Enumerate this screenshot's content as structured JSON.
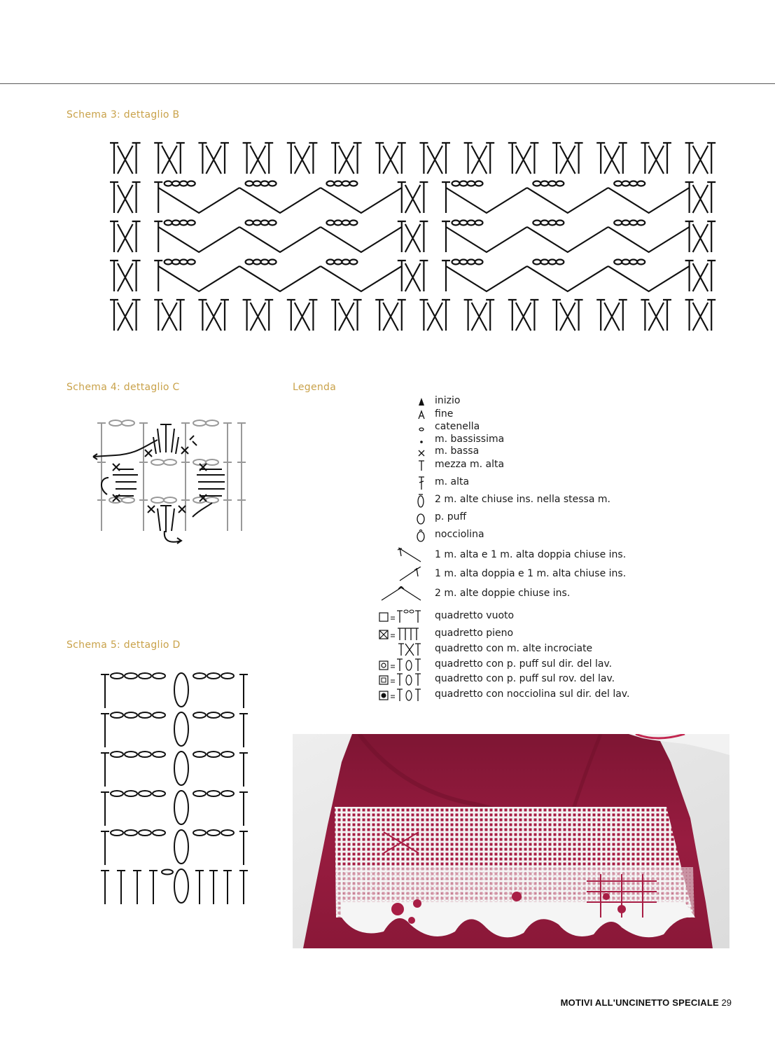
{
  "schema3": {
    "title": "Schema 3: dettaglio B"
  },
  "schema4": {
    "title": "Schema 4: dettaglio C"
  },
  "schema5": {
    "title": "Schema 5: dettaglio D"
  },
  "legend": {
    "title": "Legenda",
    "items": [
      {
        "symbol": "inizio-icon",
        "label": "inizio"
      },
      {
        "symbol": "fine-icon",
        "label": "fine"
      },
      {
        "symbol": "catenella-icon",
        "label": "catenella"
      },
      {
        "symbol": "bassissima-icon",
        "label": "m. bassissima"
      },
      {
        "symbol": "bassa-icon",
        "label": "m. bassa"
      },
      {
        "symbol": "mezza-alta-icon",
        "label": "mezza m. alta"
      },
      {
        "symbol": "alta-icon",
        "label": "m. alta"
      },
      {
        "symbol": "two-alte-icon",
        "label": "2 m. alte chiuse ins. nella stessa m."
      },
      {
        "symbol": "puff-icon",
        "label": "p. puff"
      },
      {
        "symbol": "nocciolina-icon",
        "label": "nocciolina"
      },
      {
        "symbol": "alta-doppia-icon",
        "label": "1 m. alta e 1 m. alta doppia chiuse ins."
      },
      {
        "symbol": "doppia-alta-icon",
        "label": "1 m. alta doppia e 1 m. alta chiuse ins."
      },
      {
        "symbol": "two-doppie-icon",
        "label": "2 m. alte doppie chiuse ins."
      },
      {
        "symbol": "quadretto-vuoto-icon",
        "label": "quadretto vuoto"
      },
      {
        "symbol": "quadretto-pieno-icon",
        "label": "quadretto pieno"
      },
      {
        "symbol": "quadretto-incrociate-icon",
        "label": "quadretto con m. alte incrociate"
      },
      {
        "symbol": "quadretto-puff-dir-icon",
        "label": "quadretto con p. puff sul dir. del lav."
      },
      {
        "symbol": "quadretto-puff-rov-icon",
        "label": "quadretto con p. puff sul rov. del lav."
      },
      {
        "symbol": "quadretto-nocciolina-icon",
        "label": "quadretto con nocciolina sul dir. del lav."
      }
    ]
  },
  "footer": {
    "magazine": "MOTIVI ALL'UNCINETTO SPECIALE",
    "page": "29"
  }
}
